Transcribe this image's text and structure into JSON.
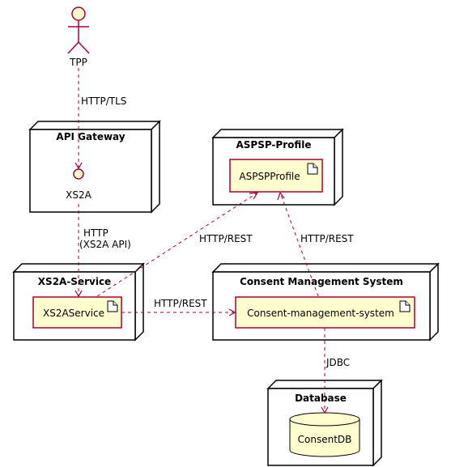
{
  "colors": {
    "element_fill": "#FEFECE",
    "element_border": "#A80036",
    "arrow": "#A80036",
    "node_fill": "#FFFFFF"
  },
  "actors": {
    "tpp": "TPP"
  },
  "nodes": {
    "api_gateway": {
      "title": "API Gateway",
      "interface": "XS2A"
    },
    "aspsp_profile": {
      "title": "ASPSP-Profile",
      "artifact": "ASPSPProfile"
    },
    "xs2a_service": {
      "title": "XS2A-Service",
      "artifact": "XS2AService"
    },
    "cms": {
      "title": "Consent Management System",
      "artifact": "Consent-management-system"
    },
    "database": {
      "title": "Database",
      "db": "ConsentDB"
    }
  },
  "edges": {
    "tpp_to_gateway": "HTTP/TLS",
    "gateway_to_service_1": "HTTP",
    "gateway_to_service_2": "(XS2A API)",
    "service_to_profile": "HTTP/REST",
    "cms_to_profile": "HTTP/REST",
    "service_to_cms": "HTTP/REST",
    "cms_to_db": "JDBC"
  }
}
